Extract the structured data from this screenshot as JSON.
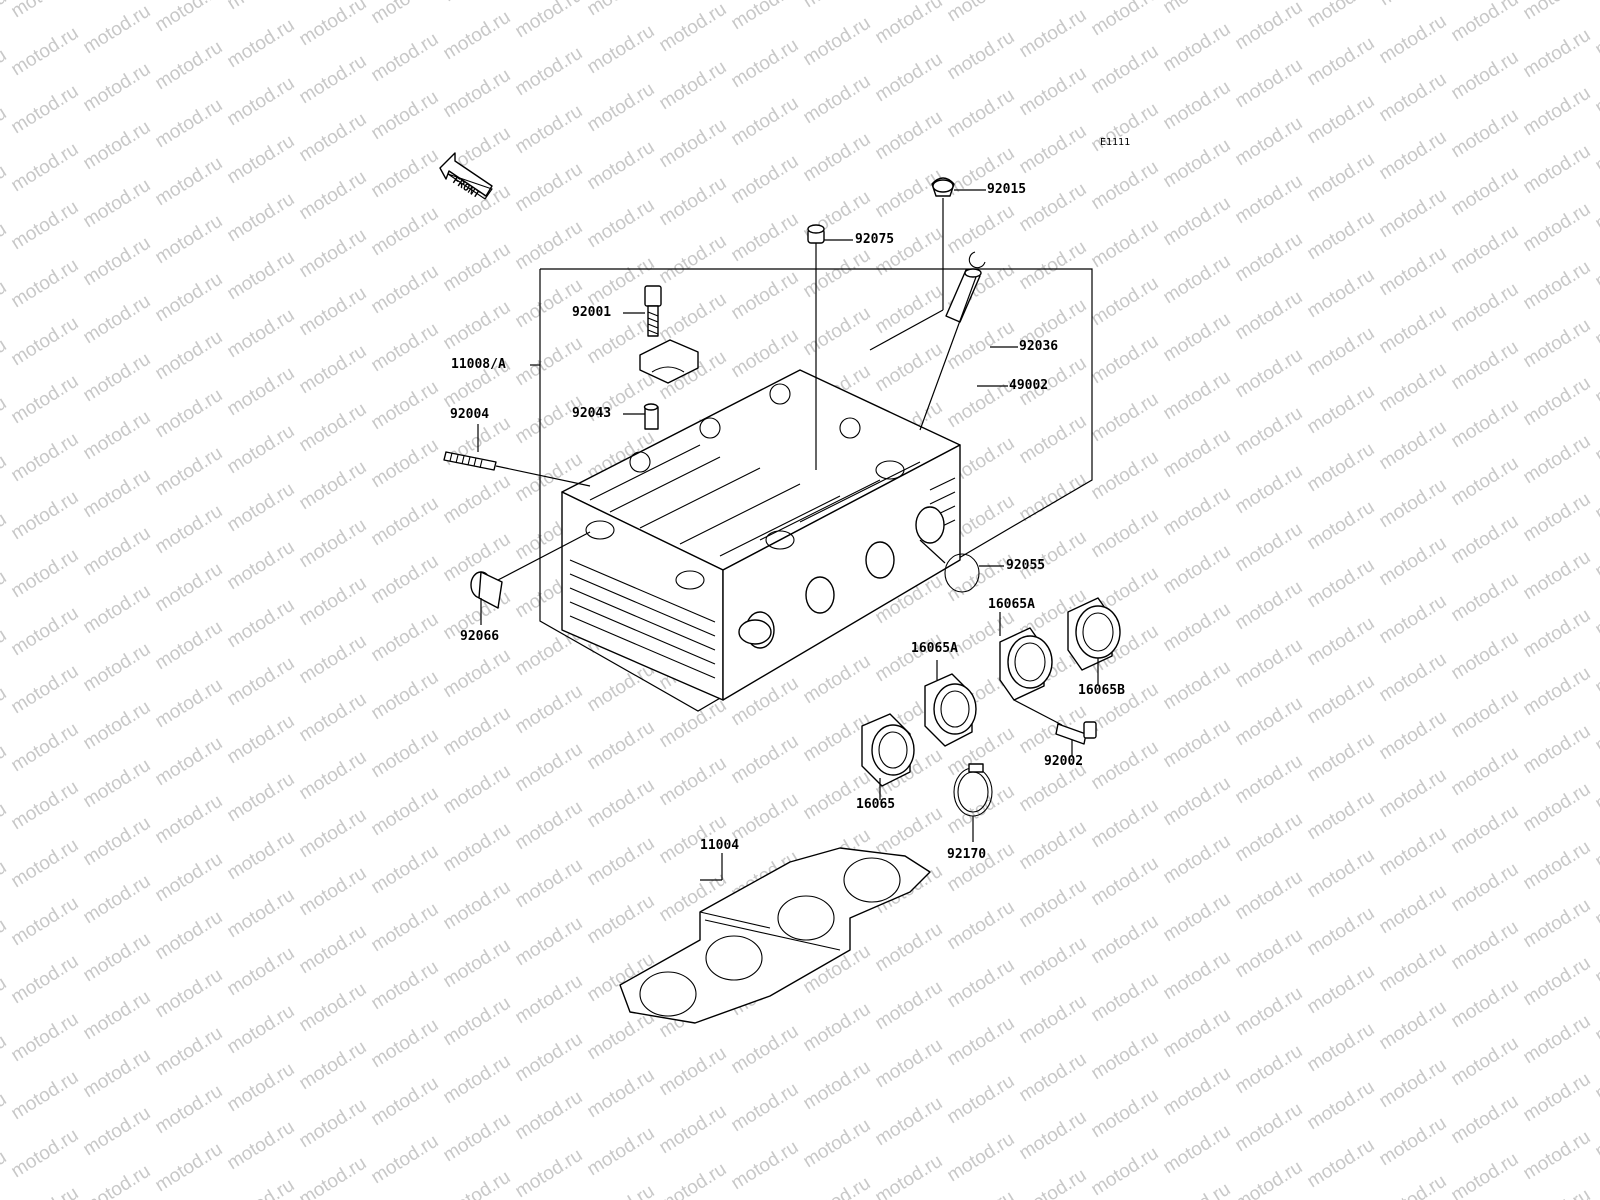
{
  "diagram_code": "E1111",
  "front_arrow_label": "FRONT",
  "watermark_text": "motod.ru",
  "parts": [
    {
      "id": "p92015",
      "label": "92015"
    },
    {
      "id": "p92075",
      "label": "92075"
    },
    {
      "id": "p92001",
      "label": "92001"
    },
    {
      "id": "p11008A",
      "label": "11008/A"
    },
    {
      "id": "p92036",
      "label": "92036"
    },
    {
      "id": "p49002",
      "label": "49002"
    },
    {
      "id": "p92004",
      "label": "92004"
    },
    {
      "id": "p92043",
      "label": "92043"
    },
    {
      "id": "p92055",
      "label": "92055"
    },
    {
      "id": "p92066",
      "label": "92066"
    },
    {
      "id": "p16065A_1",
      "label": "16065A"
    },
    {
      "id": "p16065A_2",
      "label": "16065A"
    },
    {
      "id": "p16065B",
      "label": "16065B"
    },
    {
      "id": "p92002",
      "label": "92002"
    },
    {
      "id": "p16065",
      "label": "16065"
    },
    {
      "id": "p11004",
      "label": "11004"
    },
    {
      "id": "p92170",
      "label": "92170"
    }
  ]
}
